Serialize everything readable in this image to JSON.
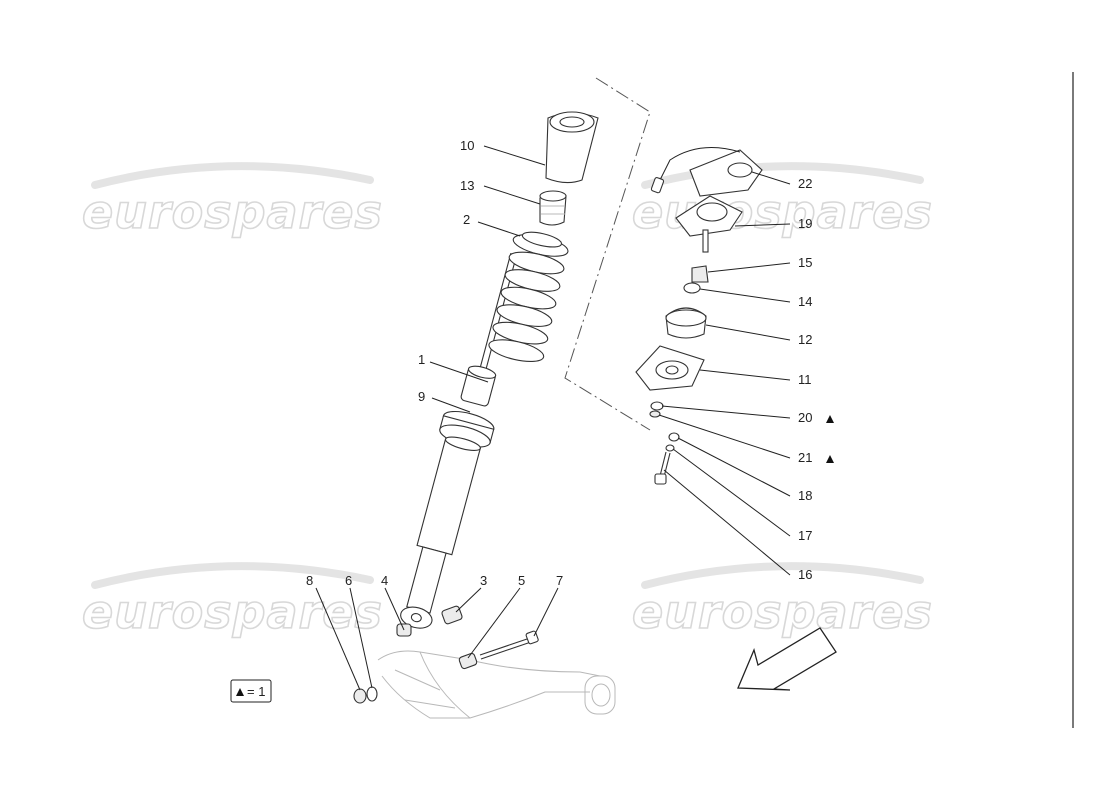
{
  "watermark": {
    "text": "eurospares"
  },
  "callouts": [
    {
      "id": "1",
      "label": "1",
      "marked": false
    },
    {
      "id": "2",
      "label": "2",
      "marked": false
    },
    {
      "id": "3",
      "label": "3",
      "marked": false
    },
    {
      "id": "4",
      "label": "4",
      "marked": false
    },
    {
      "id": "5",
      "label": "5",
      "marked": false
    },
    {
      "id": "6",
      "label": "6",
      "marked": false
    },
    {
      "id": "7",
      "label": "7",
      "marked": false
    },
    {
      "id": "8",
      "label": "8",
      "marked": false
    },
    {
      "id": "9",
      "label": "9",
      "marked": false
    },
    {
      "id": "10",
      "label": "10",
      "marked": false
    },
    {
      "id": "11",
      "label": "11",
      "marked": false
    },
    {
      "id": "12",
      "label": "12",
      "marked": false
    },
    {
      "id": "13",
      "label": "13",
      "marked": false
    },
    {
      "id": "14",
      "label": "14",
      "marked": false
    },
    {
      "id": "15",
      "label": "15",
      "marked": false
    },
    {
      "id": "16",
      "label": "16",
      "marked": false
    },
    {
      "id": "17",
      "label": "17",
      "marked": false
    },
    {
      "id": "18",
      "label": "18",
      "marked": false
    },
    {
      "id": "19",
      "label": "19",
      "marked": false
    },
    {
      "id": "20",
      "label": "20",
      "marked": true
    },
    {
      "id": "21",
      "label": "21",
      "marked": true
    },
    {
      "id": "22",
      "label": "22",
      "marked": false
    }
  ],
  "legend": {
    "symbol": "▲",
    "text": "= 1"
  }
}
